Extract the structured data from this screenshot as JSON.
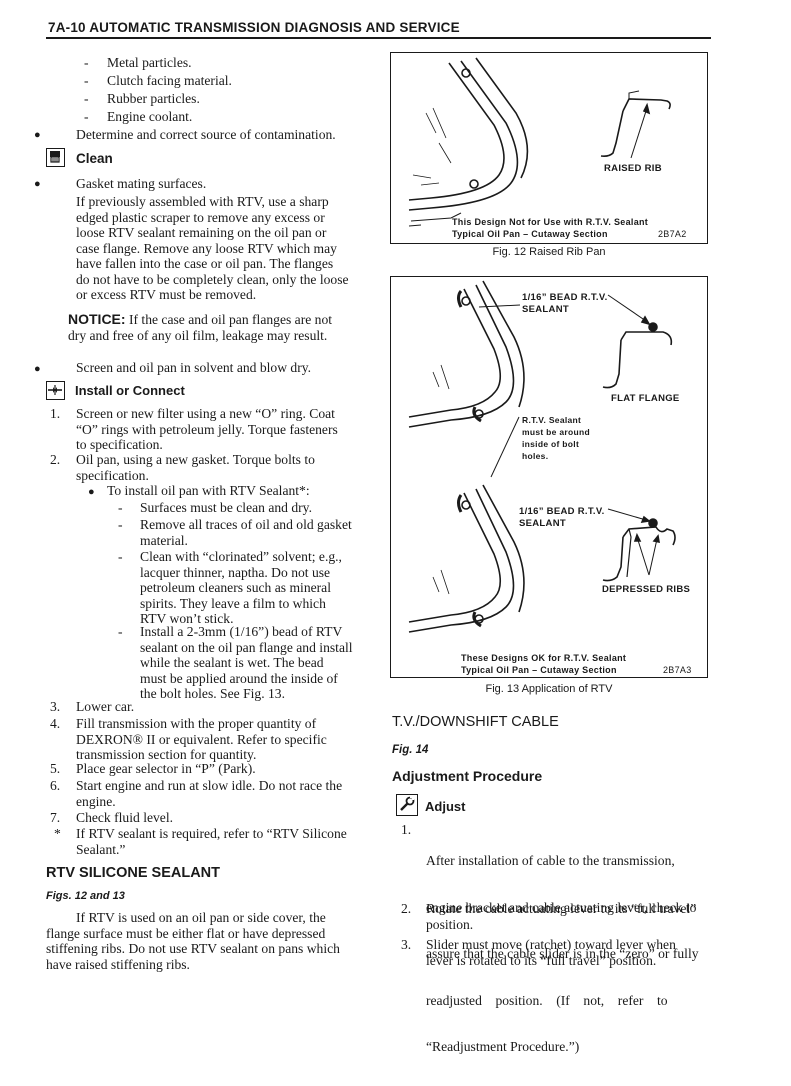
{
  "header": {
    "title": "7A-10 AUTOMATIC TRANSMISSION DIAGNOSIS AND SERVICE"
  },
  "left": {
    "contaminants": [
      "Metal particles.",
      "Clutch facing material.",
      "Rubber particles.",
      "Engine coolant."
    ],
    "determine": "Determine and correct source of contamination.",
    "clean_heading": "Clean",
    "gasket_bullet": "Gasket mating surfaces.",
    "gasket_para": [
      "If previously assembled with RTV, use a sharp",
      "edged plastic scraper to remove any excess or",
      "loose RTV sealant remaining on the oil pan or",
      "case flange. Remove any loose RTV which may",
      "have fallen into the case or oil pan. The flanges",
      "do not have to be completely clean, only the loose",
      "or excess RTV must be removed."
    ],
    "notice_label": "NOTICE:",
    "notice_lines": [
      "If the case and oil pan flanges are not",
      "dry and free of any oil film, leakage may result."
    ],
    "screen_bullet": "Screen and oil pan in solvent and blow dry.",
    "install_heading": "Install or Connect",
    "steps": [
      {
        "num": "1.",
        "lines": [
          "Screen or new filter using a new “O” ring. Coat",
          "“O” rings with petroleum jelly. Torque fasteners",
          "to specification."
        ]
      },
      {
        "num": "2.",
        "lines": [
          "Oil pan, using a new gasket. Torque bolts to",
          "specification."
        ]
      }
    ],
    "rtv_install_bullet": "To install oil pan with RTV Sealant*:",
    "rtv_subs": [
      {
        "lines": [
          "Surfaces must be clean and dry."
        ]
      },
      {
        "lines": [
          "Remove all traces of oil and old gasket",
          "material."
        ]
      },
      {
        "lines": [
          "Clean with “clorinated” solvent; e.g.,",
          "lacquer thinner, naptha. Do not use",
          "petroleum cleaners such as mineral",
          "spirits. They leave a film to which",
          "RTV won’t stick."
        ]
      },
      {
        "lines": [
          "Install a 2-3mm (1/16”) bead of RTV",
          "sealant on the oil pan flange and install",
          "while the sealant is wet. The bead",
          "must be applied around the inside of",
          "the bolt holes. See Fig. 13."
        ]
      }
    ],
    "steps2": [
      {
        "num": "3.",
        "lines": [
          "Lower car."
        ]
      },
      {
        "num": "4.",
        "lines": [
          "Fill transmission with the proper quantity of",
          "DEXRON® II or equivalent. Refer to specific",
          "transmission section for quantity."
        ]
      },
      {
        "num": "5.",
        "lines": [
          "Place gear selector in “P” (Park)."
        ]
      },
      {
        "num": "6.",
        "lines": [
          "Start engine and run at slow idle. Do not race the",
          "engine."
        ]
      },
      {
        "num": "7.",
        "lines": [
          "Check fluid level."
        ]
      },
      {
        "num": "*",
        "lines": [
          "If RTV sealant is required, refer to “RTV Silicone",
          "Sealant.”"
        ]
      }
    ],
    "rtv_heading": "RTV SILICONE SEALANT",
    "rtv_figs": "Figs. 12 and 13",
    "rtv_para": [
      "If RTV is used on an oil pan or side cover, the",
      "flange surface must be either flat or have depressed",
      "stiffening ribs. Do not use RTV sealant on pans which",
      "have raised stiffening ribs."
    ]
  },
  "fig12": {
    "raised_rib": "RAISED RIB",
    "note_1": "This Design Not for Use with R.T.V. Sealant",
    "note_2": "Typical Oil Pan – Cutaway Section",
    "code": "2B7A2",
    "caption": "Fig. 12 Raised Rib Pan"
  },
  "fig13": {
    "bead_label_1": "1/16” BEAD R.T.V.",
    "sealant_label_1": "SEALANT",
    "flat_flange": "FLAT FLANGE",
    "rtv_note": [
      "R.T.V. Sealant",
      "must be around",
      "inside of bolt",
      "holes."
    ],
    "bead_label_2": "1/16” BEAD R.T.V.",
    "sealant_label_2": "SEALANT",
    "depressed_ribs": "DEPRESSED RIBS",
    "note_1": "These Designs OK for R.T.V. Sealant",
    "note_2": "Typical Oil Pan – Cutaway Section",
    "code": "2B7A3",
    "caption": "Fig. 13 Application of RTV"
  },
  "right": {
    "tv_heading": "T.V./DOWNSHIFT CABLE",
    "fig14": "Fig. 14",
    "adj_heading": "Adjustment Procedure",
    "adjust_label": "Adjust",
    "steps": [
      {
        "num": "1.",
        "lines": [
          "After installation of cable to the transmission,",
          "engine bracket and cable actuating lever, check to",
          "assure that the cable slider is in the “zero” or fully",
          "readjusted    position.    (If    not,    refer    to",
          "“Readjustment Procedure.”)"
        ]
      },
      {
        "num": "2.",
        "lines": [
          "Rotate the cable actuating lever to its “full travel”",
          "position."
        ]
      },
      {
        "num": "3.",
        "lines": [
          "Slider must move (ratchet) toward lever when",
          "lever is rotated to its “full travel” position."
        ]
      }
    ]
  }
}
